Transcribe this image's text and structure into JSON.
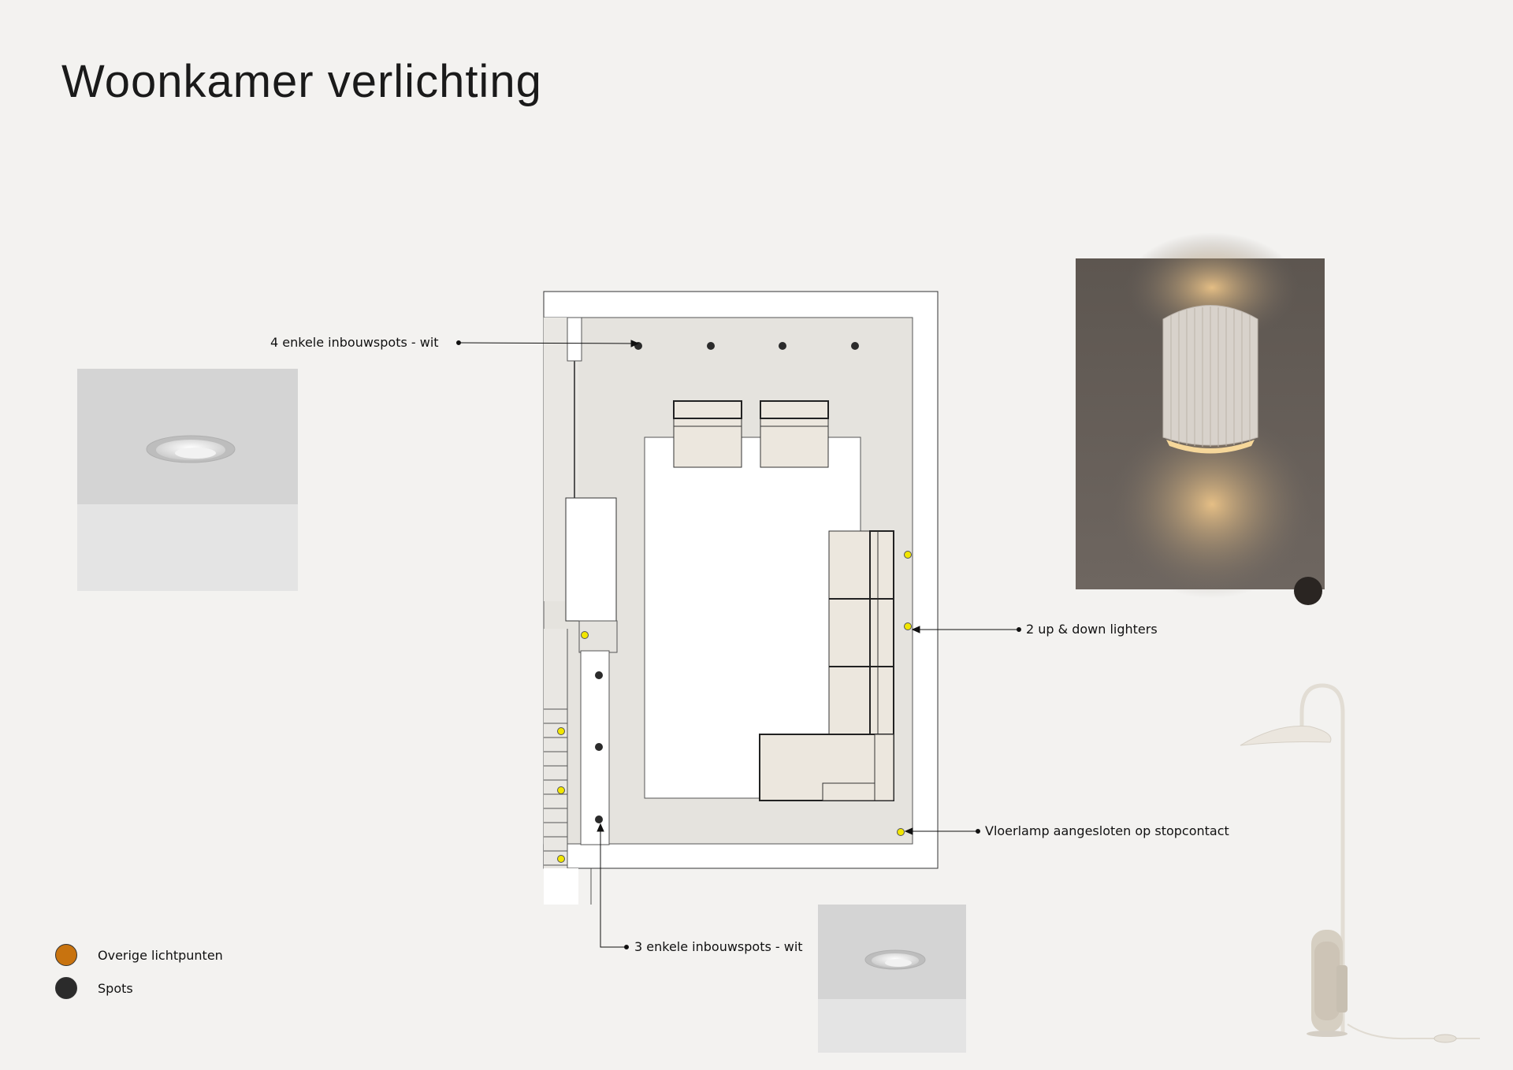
{
  "title": "Woonkamer verlichting",
  "callouts": {
    "top_spots": "4 enkele inbouwspots - wit",
    "side_spots": "3 enkele inbouwspots - wit",
    "wall_lights": "2 up & down lighters",
    "floor_lamp": "Vloerlamp aangesloten op stopcontact"
  },
  "legend": [
    {
      "label": "Overige lichtpunten",
      "color": "#c8730f"
    },
    {
      "label": "Spots",
      "color": "#2b2b2b"
    }
  ],
  "colors": {
    "spot": "#2b2b2b",
    "other_light": "#f2e600",
    "floor": "#e5e3de",
    "furniture": "#ece7de"
  }
}
